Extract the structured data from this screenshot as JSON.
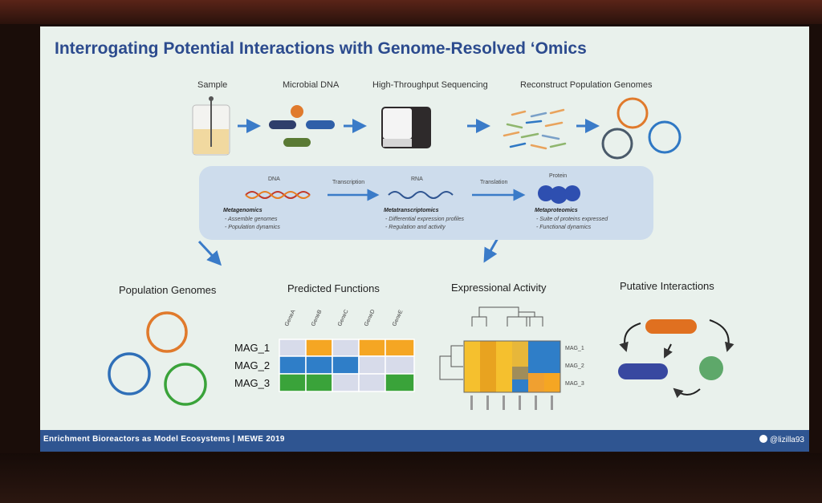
{
  "slide": {
    "title": "Interrogating Potential Interactions with Genome-Resolved ‘Omics",
    "workflow": [
      "Sample",
      "Microbial DNA",
      "High-Throughput Sequencing",
      "Reconstruct Population Genomes"
    ],
    "panel": {
      "dna": "DNA",
      "transcription": "Transcription",
      "rna": "RNA",
      "translation": "Translation",
      "protein": "Protein",
      "metagenomics": {
        "title": "Metagenomics",
        "items": [
          "- Assemble genomes",
          "- Population dynamics"
        ]
      },
      "metatranscriptomics": {
        "title": "Metatranscriptomics",
        "items": [
          "- Differential expression profiles",
          "- Regulation and activity"
        ]
      },
      "metaproteomics": {
        "title": "Metaproteomics",
        "items": [
          "- Suite of proteins expressed",
          "- Functional dynamics"
        ]
      }
    },
    "sections": [
      "Population Genomes",
      "Predicted Functions",
      "Expressional Activity",
      "Putative Interactions"
    ],
    "functions": {
      "genes": [
        "GeneA",
        "GeneB",
        "GeneC",
        "GeneD",
        "GeneE"
      ],
      "mags": [
        "MAG_1",
        "MAG_2",
        "MAG_3"
      ]
    },
    "heatmap_rows": [
      "MAG_1",
      "MAG_2",
      "MAG_3"
    ],
    "footer": "Enrichment Bioreactors as Model Ecosystems | MEWE 2019",
    "handle": "@lizilla93",
    "colors": {
      "title": "#2c4b8e",
      "orange": "#f39c1f",
      "blue": "#2f78c4",
      "green": "#3aa33a",
      "footer": "#2f5591"
    }
  }
}
